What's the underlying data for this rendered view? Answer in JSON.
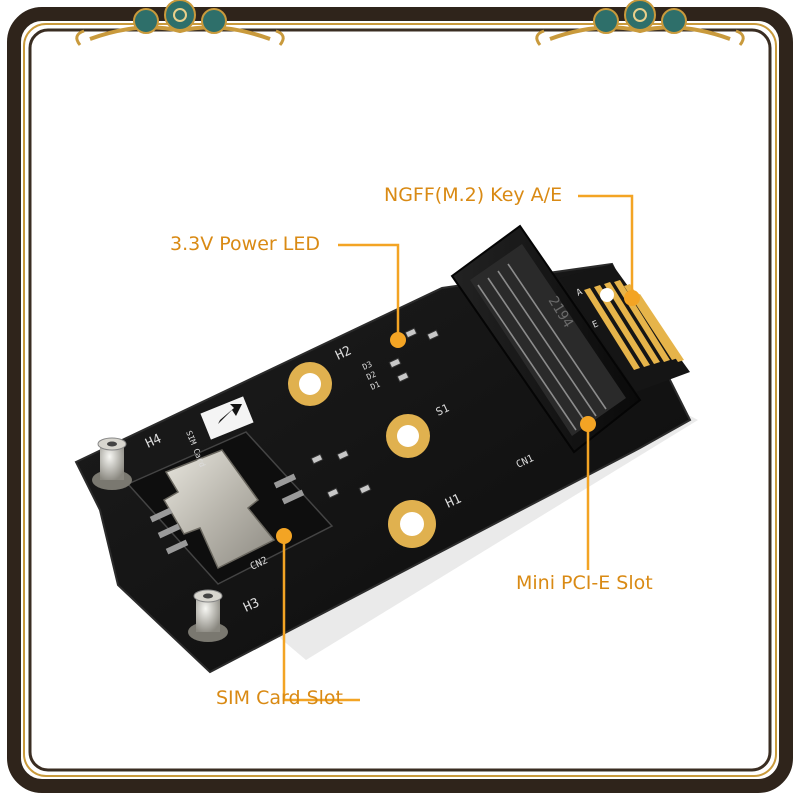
{
  "callouts": {
    "ngff": "NGFF(M.2) Key A/E",
    "led": "3.3V Power LED",
    "minipcie": "Mini PCI-E Slot",
    "sim": "SIM Card Slot"
  },
  "board_markings": {
    "h1": "H1",
    "h2": "H2",
    "h3": "H3",
    "h4": "H4",
    "s1": "S1",
    "cn1": "CN1",
    "cn2": "CN2",
    "sim_card": "SIM Card",
    "connector_code": "2194",
    "key_a": "A",
    "key_e": "E",
    "d1": "D1",
    "d2": "D2",
    "d3": "D3"
  },
  "colors": {
    "accent": "#f3a424",
    "callout_text": "#d98a14",
    "pcb": "#141414",
    "gold": "#e6b44a",
    "frame_dark": "#3a2d22",
    "frame_gold": "#c99a3c"
  }
}
